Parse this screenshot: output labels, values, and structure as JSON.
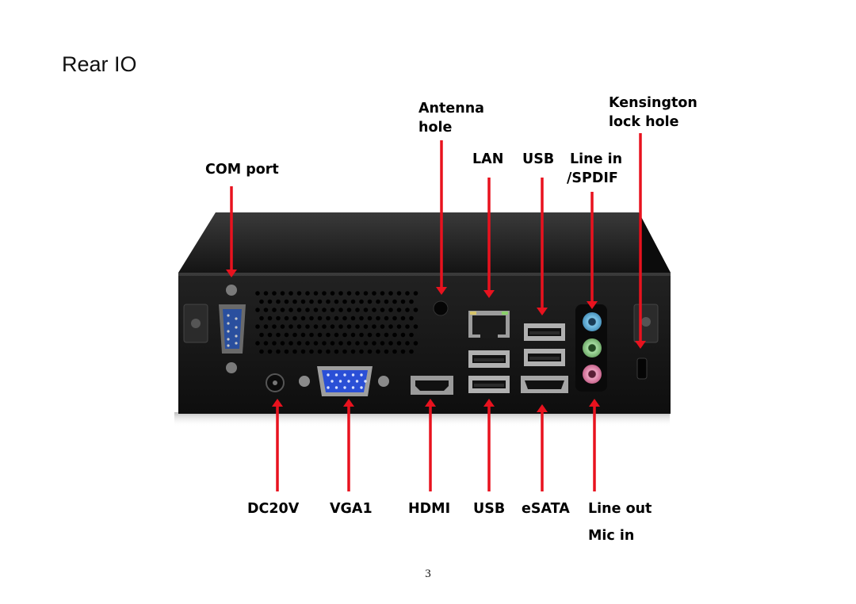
{
  "page": {
    "title": "Rear IO",
    "page_number": "3"
  },
  "labels": {
    "antenna_line1": "Antenna",
    "antenna_line2": "hole",
    "kensington_line1": "Kensington",
    "kensington_line2": "lock hole",
    "com_port": "COM port",
    "lan": "LAN",
    "usb_top": "USB",
    "line_in_line1": "Line in",
    "line_in_line2": "/SPDIF",
    "dc20v": "DC20V",
    "vga1": "VGA1",
    "hdmi": "HDMI",
    "usb_bottom": "USB",
    "esata": "eSATA",
    "line_out": "Line out",
    "mic_in": "Mic in"
  },
  "colors": {
    "arrow": "#e8121e",
    "chassis": "#1c1c1c",
    "panel": "#161616",
    "vga_blue": "#2a4fd6",
    "audio_blue": "#7cc4e8",
    "audio_green": "#9fd49a",
    "audio_pink": "#e79ab8"
  }
}
